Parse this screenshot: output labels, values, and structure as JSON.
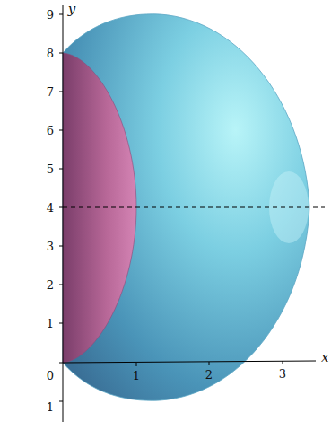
{
  "diagram": {
    "labels": [
      "y",
      "9",
      "8",
      "7",
      "6",
      "5",
      "4",
      "3",
      "2",
      "1",
      "0",
      "-1",
      "1",
      "2",
      "3",
      "x"
    ]
  }
}
